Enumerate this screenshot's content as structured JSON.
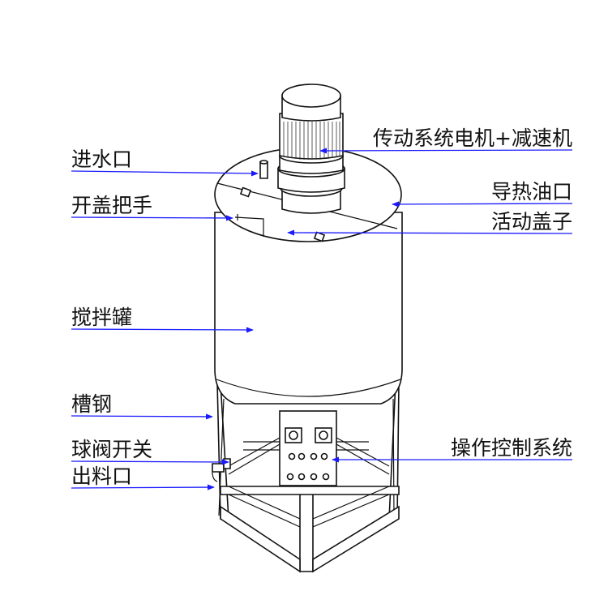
{
  "labels": {
    "water_inlet": "进水口",
    "lid_handle": "开盖把手",
    "mixing_tank": "搅拌罐",
    "channel_steel": "槽钢",
    "ball_valve": "球阀开关",
    "discharge_port": "出料口",
    "motor_reducer": "传动系统电机+减速机",
    "oil_port": "导热油口",
    "movable_lid": "活动盖子",
    "control_system": "操作控制系统"
  },
  "colors": {
    "leader": "#1a1aff",
    "line": "#111111",
    "background": "#ffffff"
  }
}
